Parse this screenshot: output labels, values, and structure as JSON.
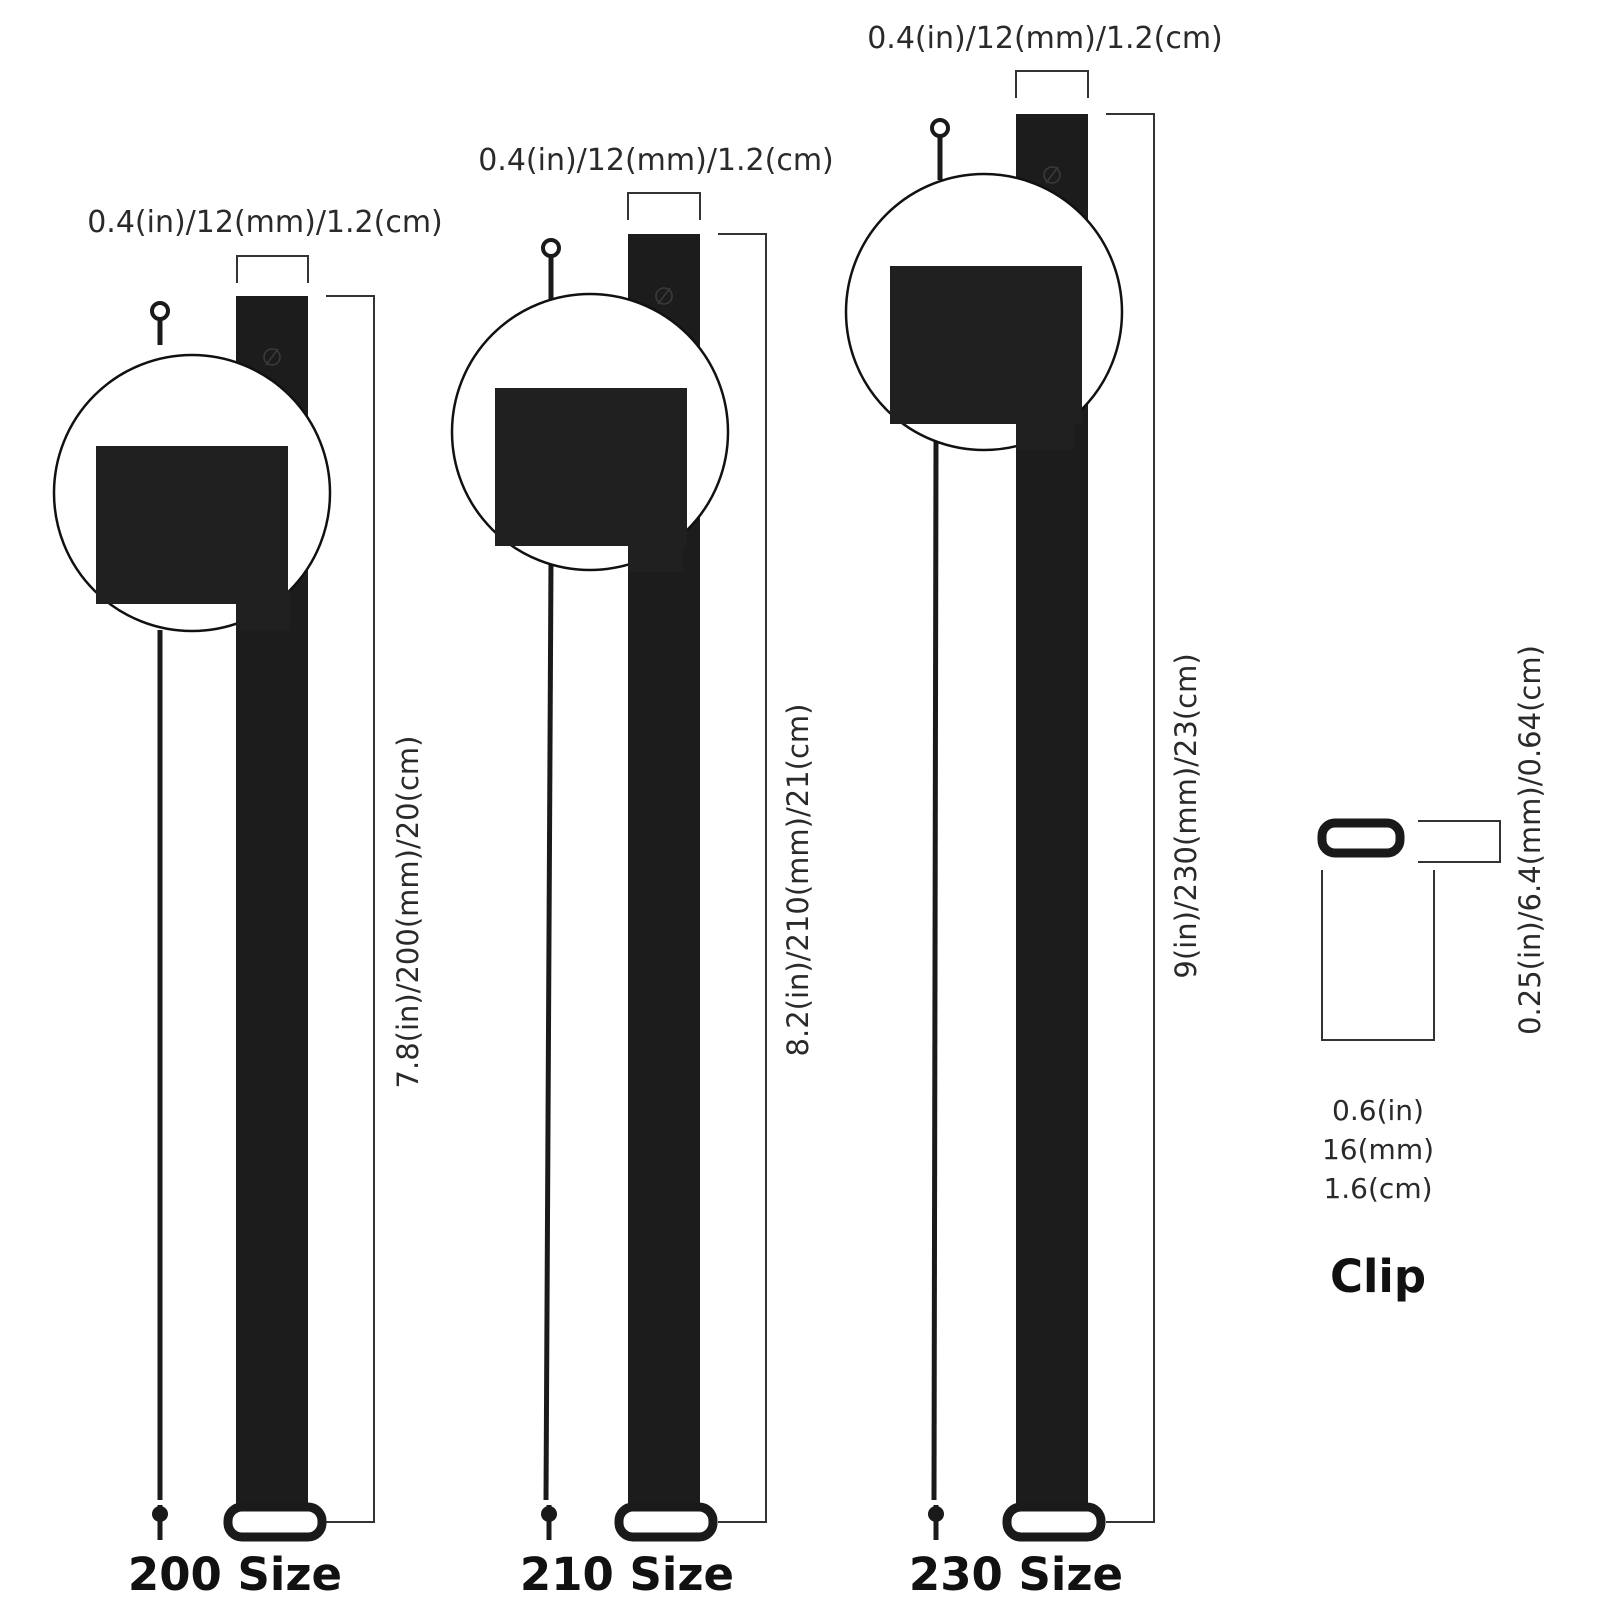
{
  "bands": [
    {
      "size_label": "200 Size",
      "width_label": "0.4(in)/12(mm)/1.2(cm)",
      "length_label": "7.8(in)/200(mm)/20(cm)"
    },
    {
      "size_label": "210 Size",
      "width_label": "0.4(in)/12(mm)/1.2(cm)",
      "length_label": "8.2(in)/210(mm)/21(cm)"
    },
    {
      "size_label": "230 Size",
      "width_label": "0.4(in)/12(mm)/1.2(cm)",
      "length_label": "9(in)/230(mm)/23(cm)"
    }
  ],
  "clip": {
    "label": "Clip",
    "width_lines": [
      "0.6(in)",
      "16(mm)",
      "1.6(cm)"
    ],
    "height_label": "0.25(in)/6.4(mm)/0.64(cm)"
  },
  "colors": {
    "band": "#1c1c1c",
    "background": "#ffffff"
  }
}
